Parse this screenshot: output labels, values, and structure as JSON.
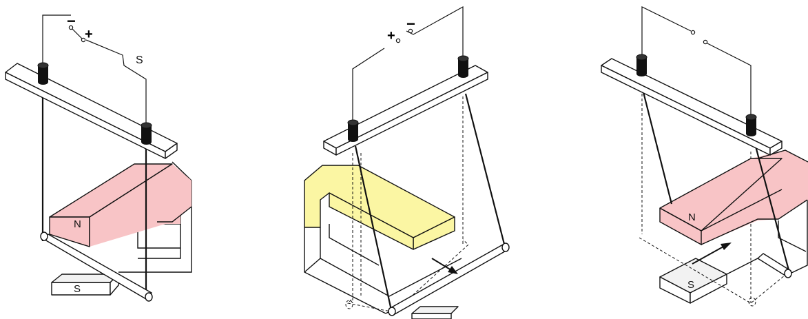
{
  "panel_1": {
    "switch_minus": "−",
    "switch_plus": "+",
    "switch_label": "S",
    "magnet_north_label": "N",
    "magnet_south_label": "S"
  },
  "panel_2": {
    "terminal_plus": "+",
    "terminal_minus": "−"
  },
  "panel_3": {
    "magnet_north_label": "N",
    "magnet_south_label": "S"
  },
  "colors": {
    "north_pole_pink": "#f8c4c6",
    "yellow_pole": "#fbf6a3",
    "line": "#111111",
    "terminal": "#111111"
  },
  "icons": [
    "switch-icon",
    "arrow-icon",
    "terminal-post-icon"
  ]
}
